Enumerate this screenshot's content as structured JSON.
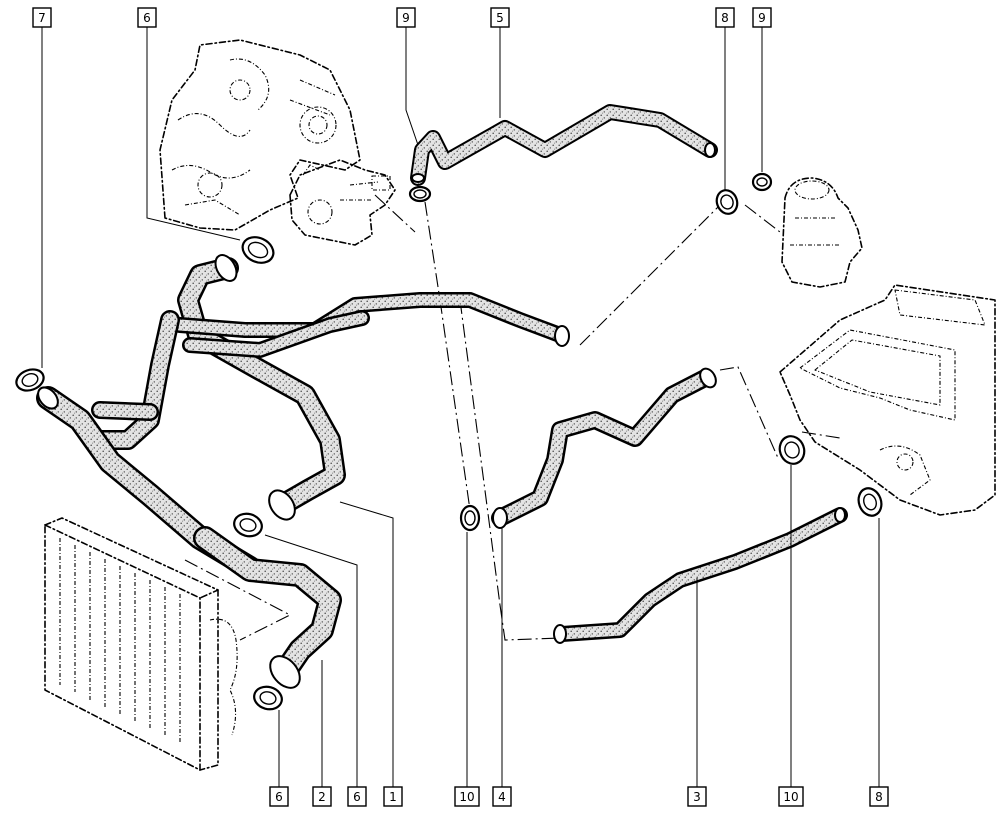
{
  "callouts": [
    {
      "id": "c-top-7",
      "label": "7"
    },
    {
      "id": "c-top-6",
      "label": "6"
    },
    {
      "id": "c-top-9a",
      "label": "9"
    },
    {
      "id": "c-top-5",
      "label": "5"
    },
    {
      "id": "c-top-8",
      "label": "8"
    },
    {
      "id": "c-top-9b",
      "label": "9"
    },
    {
      "id": "c-bot-6a",
      "label": "6"
    },
    {
      "id": "c-bot-2",
      "label": "2"
    },
    {
      "id": "c-bot-6b",
      "label": "6"
    },
    {
      "id": "c-bot-1",
      "label": "1"
    },
    {
      "id": "c-bot-10a",
      "label": "10"
    },
    {
      "id": "c-bot-4",
      "label": "4"
    },
    {
      "id": "c-bot-3",
      "label": "3"
    },
    {
      "id": "c-bot-10b",
      "label": "10"
    },
    {
      "id": "c-bot-8",
      "label": "8"
    }
  ],
  "colors": {
    "line": "#000000",
    "hose_fill": "#dcdcdc",
    "hose_stipple": "#555555",
    "background": "#ffffff"
  }
}
